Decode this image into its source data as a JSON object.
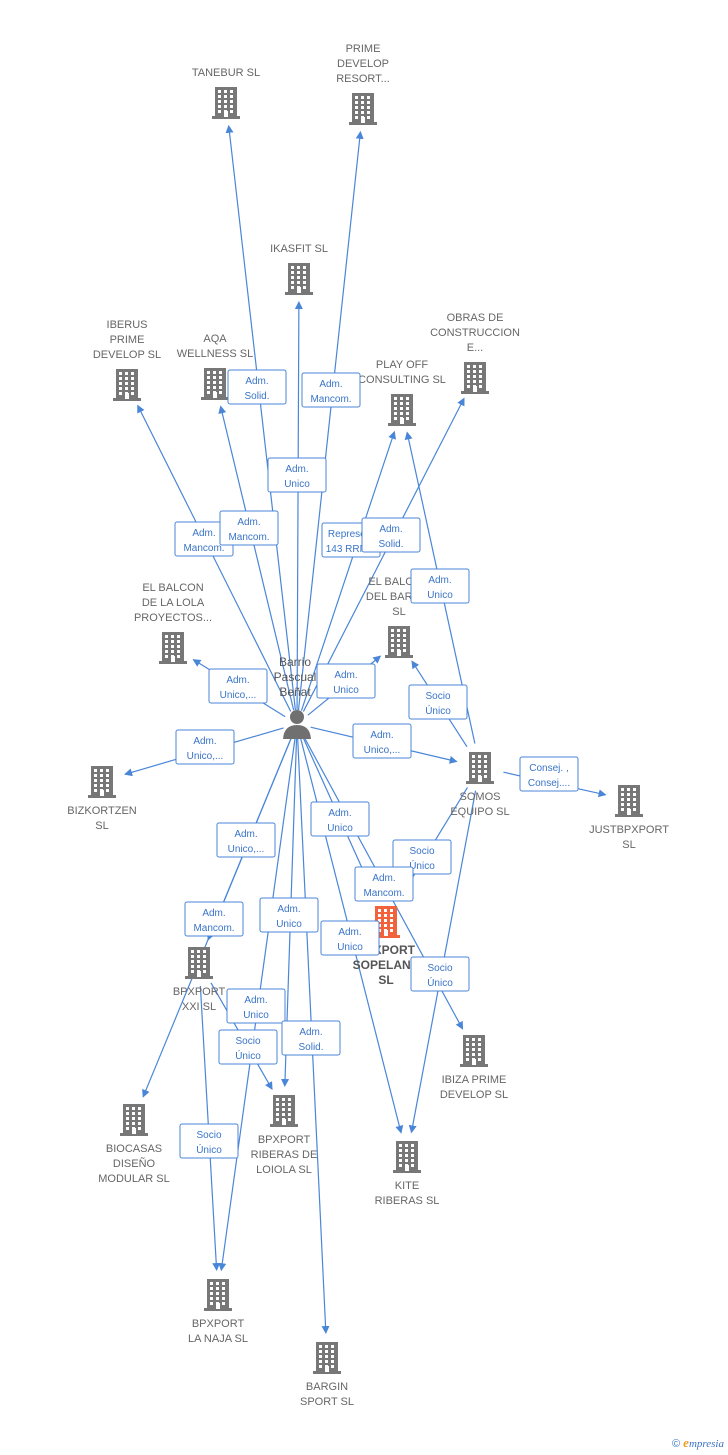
{
  "colors": {
    "edge": "#4a86d8",
    "company": "#777777",
    "main_company": "#f0633c",
    "person": "#707070"
  },
  "person": {
    "id": "barrio",
    "lines": [
      "Barrio",
      "Pascual",
      "Beñat"
    ]
  },
  "companies": [
    {
      "id": "tanebur",
      "lines": [
        "TANEBUR  SL"
      ]
    },
    {
      "id": "prime_develop_resort",
      "lines": [
        "PRIME",
        "DEVELOP",
        "RESORT..."
      ]
    },
    {
      "id": "ikasfit",
      "lines": [
        "IKASFIT SL"
      ]
    },
    {
      "id": "iberus",
      "lines": [
        "IBERUS",
        "PRIME",
        "DEVELOP  SL"
      ]
    },
    {
      "id": "aqa",
      "lines": [
        "AQA",
        "WELLNESS SL"
      ]
    },
    {
      "id": "obras",
      "lines": [
        "OBRAS DE",
        "CONSTRUCCION",
        "E..."
      ]
    },
    {
      "id": "playoff",
      "lines": [
        "PLAY OFF",
        "CONSULTING SL"
      ]
    },
    {
      "id": "balcon_lola",
      "lines": [
        "EL BALCON",
        "DE LA LOLA",
        "PROYECTOS..."
      ]
    },
    {
      "id": "balcon_barrio",
      "lines": [
        "EL BALCON",
        "DEL BARRIO",
        "SL"
      ]
    },
    {
      "id": "bizkortzen",
      "lines": [
        "BIZKORTZEN",
        "SL"
      ]
    },
    {
      "id": "somos",
      "lines": [
        "SOMOS",
        "EQUIPO  SL"
      ]
    },
    {
      "id": "justbpxport",
      "lines": [
        "JUSTBPXPORT",
        "SL"
      ]
    },
    {
      "id": "bpxport_sopelana",
      "lines": [
        "BPXPORT",
        "SOPELANA",
        "SL"
      ],
      "main": true
    },
    {
      "id": "bpxport_xxi",
      "lines": [
        "BPXPORT",
        "XXI  SL"
      ]
    },
    {
      "id": "ibiza",
      "lines": [
        "IBIZA PRIME",
        "DEVELOP  SL"
      ]
    },
    {
      "id": "biocasas",
      "lines": [
        "BIOCASAS",
        "DISEÑO",
        "MODULAR  SL"
      ]
    },
    {
      "id": "riberas_loiola",
      "lines": [
        "BPXPORT",
        "RIBERAS DE",
        "LOIOLA  SL"
      ]
    },
    {
      "id": "kite",
      "lines": [
        "KITE",
        "RIBERAS  SL"
      ]
    },
    {
      "id": "la_naja",
      "lines": [
        "BPXPORT",
        "LA NAJA  SL"
      ]
    },
    {
      "id": "bargin",
      "lines": [
        "BARGIN",
        "SPORT  SL"
      ]
    }
  ],
  "edges": [
    {
      "from": "barrio",
      "to": "tanebur",
      "lines": [
        "Adm.",
        "Solid."
      ]
    },
    {
      "from": "barrio",
      "to": "prime_develop_resort",
      "lines": [
        "Adm.",
        "Mancom."
      ]
    },
    {
      "from": "barrio",
      "to": "ikasfit",
      "lines": [
        "Adm.",
        "Unico"
      ]
    },
    {
      "from": "barrio",
      "to": "iberus",
      "lines": [
        "Adm.",
        "Mancom."
      ]
    },
    {
      "from": "barrio",
      "to": "aqa",
      "lines": [
        "Adm.",
        "Mancom."
      ]
    },
    {
      "from": "barrio",
      "to": "playoff",
      "lines": [
        "Represe...",
        "143 RRM..."
      ]
    },
    {
      "from": "barrio",
      "to": "obras",
      "lines": [
        "Adm.",
        "Solid."
      ]
    },
    {
      "from": "barrio",
      "to": "balcon_lola",
      "lines": [
        "Adm.",
        "Unico,..."
      ]
    },
    {
      "from": "barrio",
      "to": "balcon_barrio",
      "lines": [
        "Adm.",
        "Unico"
      ]
    },
    {
      "from": "barrio",
      "to": "bizkortzen",
      "lines": [
        "Adm.",
        "Unico,..."
      ]
    },
    {
      "from": "barrio",
      "to": "somos",
      "lines": [
        "Adm.",
        "Unico,..."
      ]
    },
    {
      "from": "somos",
      "to": "playoff",
      "lines": [
        "Adm.",
        "Unico"
      ]
    },
    {
      "from": "somos",
      "to": "balcon_barrio",
      "lines": [
        "Socio",
        "Único"
      ]
    },
    {
      "from": "somos",
      "to": "justbpxport",
      "lines": [
        "Consej. ,",
        "Consej...."
      ]
    },
    {
      "from": "somos",
      "to": "bpxport_sopelana",
      "lines": [
        "Socio",
        "Único"
      ]
    },
    {
      "from": "somos",
      "to": "kite",
      "lines": [
        "Socio",
        "Único"
      ]
    },
    {
      "from": "barrio",
      "to": "bpxport_sopelana",
      "lines": [
        "Adm.",
        "Unico"
      ]
    },
    {
      "from": "barrio",
      "to": "ibiza",
      "lines": [
        "Adm.",
        "Mancom."
      ]
    },
    {
      "from": "barrio",
      "to": "kite",
      "lines": [
        "Adm.",
        "Unico"
      ]
    },
    {
      "from": "barrio",
      "to": "bpxport_xxi",
      "lines": [
        "Adm.",
        "Unico,..."
      ]
    },
    {
      "from": "barrio",
      "to": "biocasas",
      "lines": [
        "Adm.",
        "Mancom."
      ]
    },
    {
      "from": "barrio",
      "to": "riberas_loiola",
      "lines": [
        "Adm.",
        "Unico"
      ]
    },
    {
      "from": "barrio",
      "to": "la_naja",
      "lines": [
        "Adm.",
        "Unico"
      ]
    },
    {
      "from": "bpxport_xxi",
      "to": "riberas_loiola",
      "lines": [
        "Socio",
        "Único"
      ]
    },
    {
      "from": "bpxport_xxi",
      "to": "la_naja",
      "lines": [
        "Socio",
        "Único"
      ]
    },
    {
      "from": "barrio",
      "to": "bargin",
      "lines": [
        "Adm.",
        "Solid."
      ]
    }
  ],
  "footer": {
    "copyright": "©",
    "brand_first": "e",
    "brand_rest": "mpresia"
  }
}
